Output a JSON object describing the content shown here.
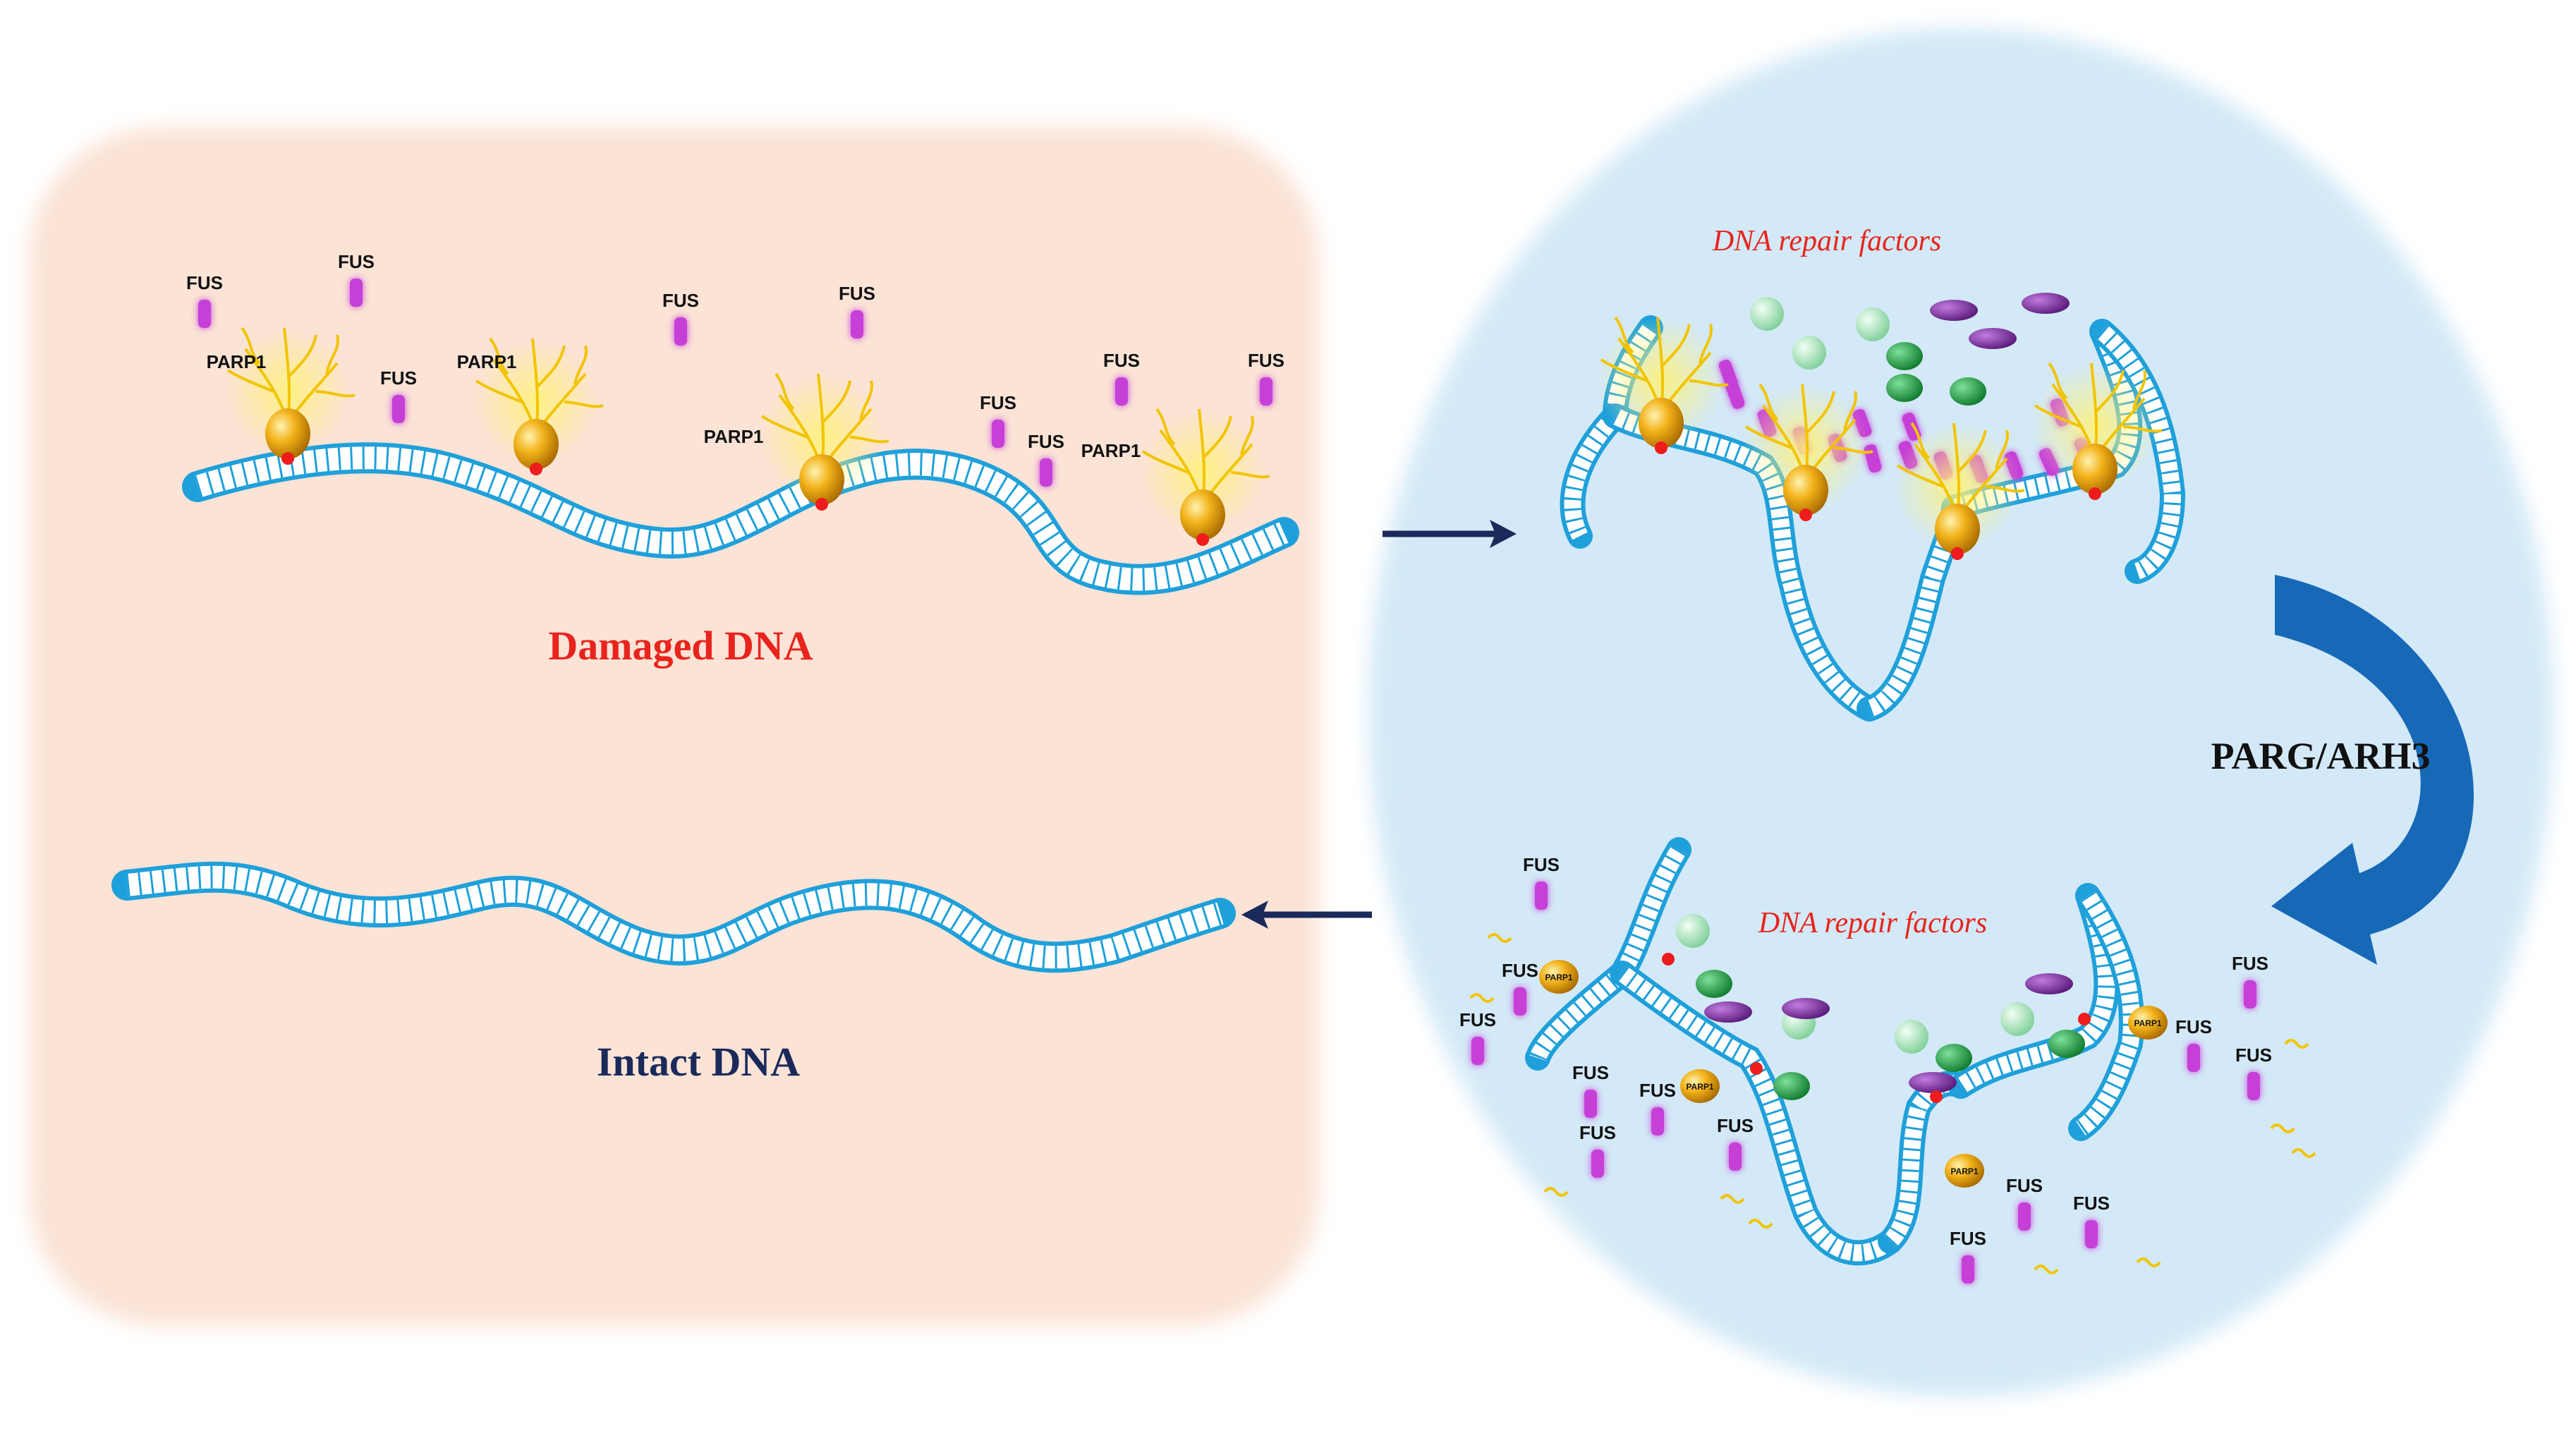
{
  "labels": {
    "damaged_dna": "Damaged DNA",
    "intact_dna": "Intact DNA",
    "repair_factors_top": "DNA repair factors",
    "repair_factors_bottom": "DNA repair factors",
    "enzymes": "PARG/ARH3",
    "fus": "FUS",
    "parp1": "PARP1",
    "parp1_small": "PARP1"
  },
  "colors": {
    "left_panel": "#fbe3d6",
    "right_panel": "#d3e9f7",
    "dna": "#1fa0da",
    "fus": "#c640d8",
    "parp_ball": "#f2b21a",
    "par_chain": "#f2c400",
    "damage_site": "#ee1c1c",
    "red_text": "#e8241c",
    "navy_text": "#1a2a5a",
    "arrow_blue": "#1769b8",
    "factor_green": "#1a9a3c",
    "factor_lightgreen": "#9fe0b4",
    "factor_purple": "#7a2a9a"
  },
  "icons": [
    "fus-protein-icon",
    "parp1-protein-icon",
    "par-chain-icon",
    "dna-strand-icon",
    "damage-site-icon",
    "repair-factor-icon",
    "curved-arrow-icon",
    "straight-arrow-icon"
  ]
}
